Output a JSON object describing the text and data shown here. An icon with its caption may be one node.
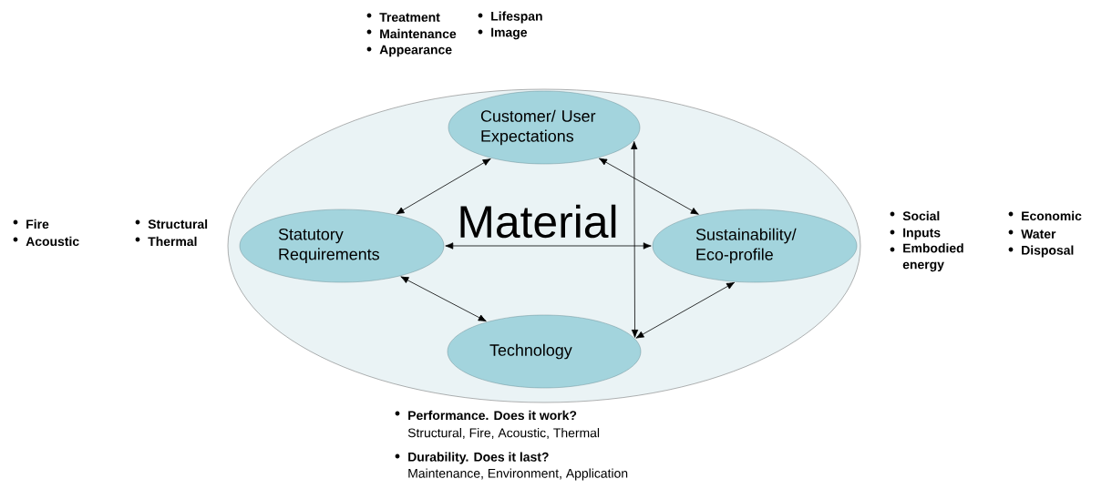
{
  "diagram": {
    "nodes": [
      {
        "text": [
          "Material"
        ]
      },
      {
        "text": [
          "Customer/ User Expectations"
        ],
        "in": 0,
        "beside": [
          "Treatment",
          "Maintenance",
          "Appearance",
          "Lifespan",
          "Image"
        ]
      },
      {
        "text": [
          "Statutory Requirements"
        ],
        "in": 0,
        "beside": [
          "Fire",
          "Acoustic",
          "Structural",
          "Thermal"
        ]
      },
      {
        "text": [
          "Sustainability/ Eco-profile"
        ],
        "in": 0,
        "beside": [
          "Social",
          "Inputs",
          "Embodied energy",
          "Economic",
          "Water",
          "Disposal"
        ]
      },
      {
        "text": [
          "Technology"
        ],
        "in": 0,
        "beside": [
          "Performance. Does it work?",
          "Structural, Fire, Acoustic, Thermal",
          "Durability. Does it last?",
          "Maintenance, Environment, Application"
        ]
      }
    ],
    "edges": [
      {
        "from": 1,
        "to": 2,
        "arrow": "both"
      },
      {
        "from": 1,
        "to": 3,
        "arrow": "both"
      },
      {
        "from": 2,
        "to": 3,
        "arrow": "both"
      },
      {
        "from": 1,
        "to": 4,
        "arrow": "both"
      },
      {
        "from": 2,
        "to": 4,
        "arrow": "both"
      },
      {
        "from": 3,
        "to": 4,
        "arrow": "both"
      }
    ]
  }
}
